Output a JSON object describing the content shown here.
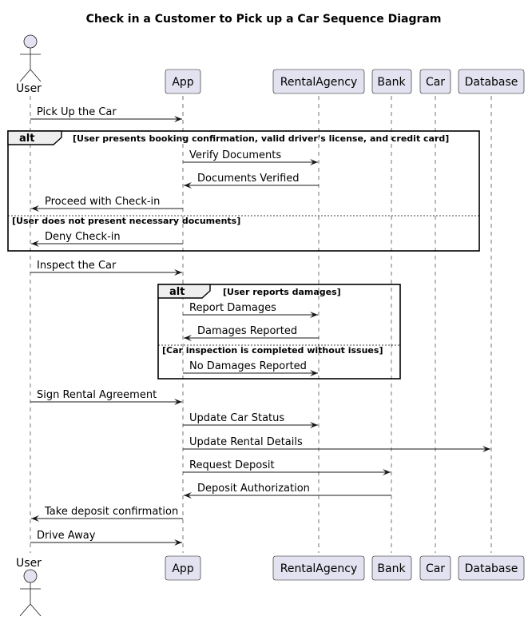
{
  "title": "Check in a Customer to Pick up a Car Sequence Diagram",
  "participants": [
    {
      "id": "user",
      "label": "User",
      "kind": "actor"
    },
    {
      "id": "app",
      "label": "App",
      "kind": "participant"
    },
    {
      "id": "agency",
      "label": "RentalAgency",
      "kind": "participant"
    },
    {
      "id": "bank",
      "label": "Bank",
      "kind": "participant"
    },
    {
      "id": "car",
      "label": "Car",
      "kind": "participant"
    },
    {
      "id": "db",
      "label": "Database",
      "kind": "participant"
    }
  ],
  "messages": [
    {
      "from": "user",
      "to": "app",
      "label": "Pick Up the Car"
    },
    {
      "from": "app",
      "to": "agency",
      "label": "Verify Documents"
    },
    {
      "from": "agency",
      "to": "app",
      "label": "Documents Verified"
    },
    {
      "from": "app",
      "to": "user",
      "label": "Proceed with Check-in"
    },
    {
      "from": "app",
      "to": "user",
      "label": "Deny Check-in"
    },
    {
      "from": "user",
      "to": "app",
      "label": "Inspect the Car"
    },
    {
      "from": "app",
      "to": "agency",
      "label": "Report Damages"
    },
    {
      "from": "agency",
      "to": "app",
      "label": "Damages Reported"
    },
    {
      "from": "app",
      "to": "agency",
      "label": "No Damages Reported"
    },
    {
      "from": "user",
      "to": "app",
      "label": "Sign Rental Agreement"
    },
    {
      "from": "app",
      "to": "agency",
      "label": "Update Car Status"
    },
    {
      "from": "app",
      "to": "db",
      "label": "Update Rental Details"
    },
    {
      "from": "app",
      "to": "bank",
      "label": "Request Deposit"
    },
    {
      "from": "bank",
      "to": "app",
      "label": "Deposit Authorization"
    },
    {
      "from": "app",
      "to": "user",
      "label": "Take deposit confirmation"
    },
    {
      "from": "user",
      "to": "app",
      "label": "Drive Away"
    }
  ],
  "fragments": [
    {
      "keyword": "alt",
      "conditions": [
        "[User presents booking confirmation, valid driver's license, and credit card]",
        "[User does not present necessary documents]"
      ]
    },
    {
      "keyword": "alt",
      "conditions": [
        "[User reports damages]",
        "[Car inspection is completed without issues]"
      ]
    }
  ]
}
